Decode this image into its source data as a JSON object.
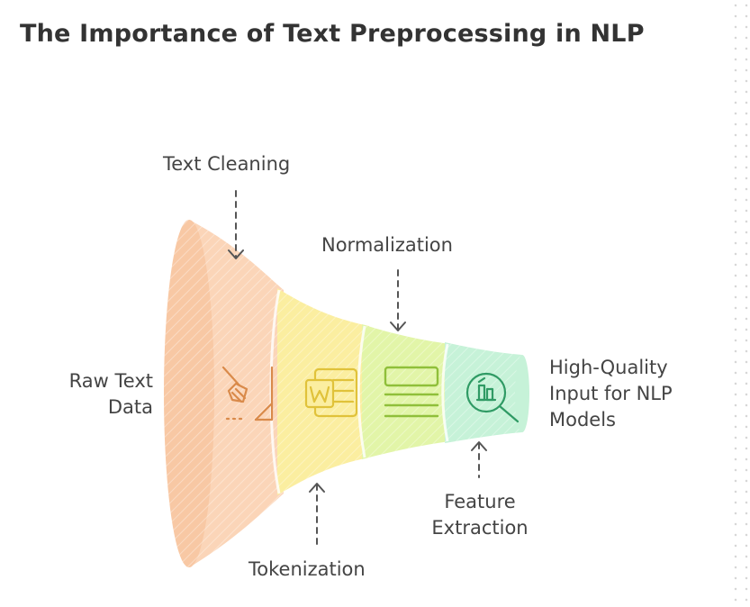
{
  "title": "The Importance of Text Preprocessing in NLP",
  "funnel": {
    "input_label": [
      "Raw Text",
      "Data"
    ],
    "output_label": [
      "High-Quality",
      "Input for NLP",
      "Models"
    ],
    "stages": [
      {
        "name": "Text Cleaning",
        "icon": "broom-icon",
        "color": "#fbd5b8",
        "stroke": "#d98a4a"
      },
      {
        "name": "Tokenization",
        "icon": "word-document-icon",
        "color": "#fbeea0",
        "stroke": "#e0c23a"
      },
      {
        "name": "Normalization",
        "icon": "lines-list-icon",
        "color": "#e2f5a8",
        "stroke": "#8fbf3a"
      },
      {
        "name": "Feature Extraction",
        "icon": "data-search-icon",
        "color": "#c6f2d8",
        "stroke": "#2f9a64"
      }
    ]
  },
  "callouts": {
    "text_cleaning": "Text Cleaning",
    "normalization": "Normalization",
    "tokenization": "Tokenization",
    "feature_extraction": [
      "Feature",
      "Extraction"
    ]
  }
}
